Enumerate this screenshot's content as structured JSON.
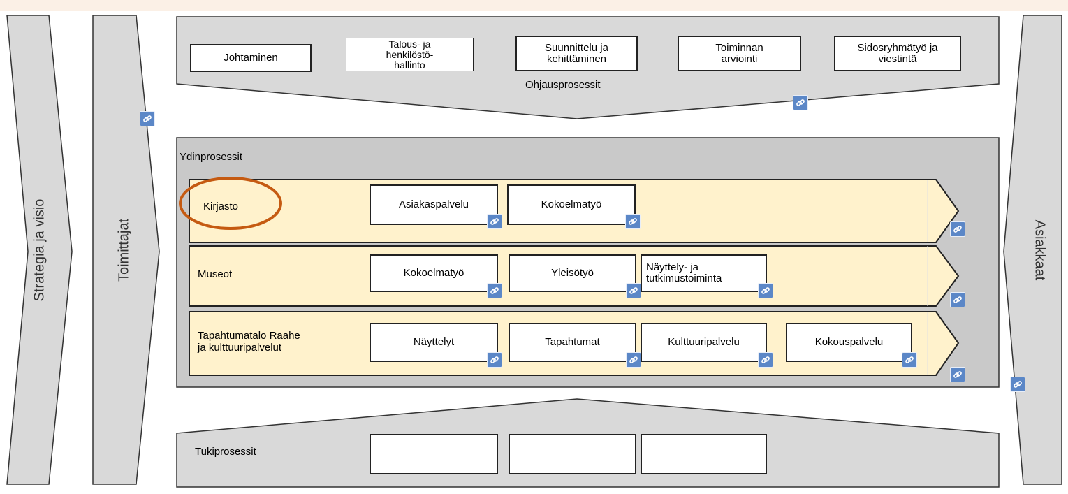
{
  "side": {
    "left_outer": "Strategia ja visio",
    "left_inner": "Toimittajat",
    "right": "Asiakkaat"
  },
  "control": {
    "title": "Ohjausprosessit",
    "items": [
      "Johtaminen",
      "Talous- ja\nhenkilöstö-\nhallinto",
      "Suunnittelu ja\nkehittäminen",
      "Toiminnan\narviointi",
      "Sidosryhmätyö ja\nviestintä"
    ]
  },
  "core": {
    "title": "Ydinprosessit",
    "rows": [
      {
        "name": "Kirjasto",
        "items": [
          "Asiakaspalvelu",
          "Kokoelmatyö"
        ]
      },
      {
        "name": "Museot",
        "items": [
          "Kokoelmatyö",
          "Yleisötyö",
          "Näyttely- ja\ntutkimustoiminta"
        ]
      },
      {
        "name": "Tapahtumatalo Raahe\nja kulttuuripalvelut",
        "items": [
          "Näyttelyt",
          "Tapahtumat",
          "Kulttuuripalvelu",
          "Kokouspalvelu"
        ]
      }
    ]
  },
  "support": {
    "title": "Tukiprosessit",
    "items": [
      "",
      "",
      ""
    ]
  },
  "colors": {
    "panel": "#d9d9d9",
    "core_panel": "#c9c9c9",
    "row_fill": "#fff2cc",
    "highlight_circle": "#c55a11",
    "link_icon": "#5b87c7"
  },
  "icons": {
    "link": "link-icon"
  }
}
